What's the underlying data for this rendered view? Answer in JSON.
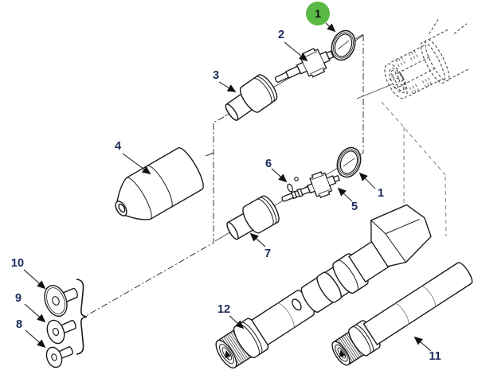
{
  "diagram": {
    "kind": "exploded-parts-diagram",
    "background": "#ffffff"
  },
  "colors": {
    "highlight_green": "#5ab944",
    "badge_text": "#101010",
    "label_text": "#1c2b5a",
    "line_art": "#1a1a1a",
    "leader": "#3d3d3d",
    "phantom": "#4a4a4a",
    "reference_dashed": "#8f8f8f"
  },
  "callouts": [
    {
      "name": "callout-1-highlighted",
      "label": "1",
      "highlighted": true
    },
    {
      "name": "callout-2",
      "label": "2"
    },
    {
      "name": "callout-3",
      "label": "3"
    },
    {
      "name": "callout-4",
      "label": "4"
    },
    {
      "name": "callout-6",
      "label": "6"
    },
    {
      "name": "callout-5",
      "label": "5"
    },
    {
      "name": "callout-1",
      "label": "1"
    },
    {
      "name": "callout-7",
      "label": "7"
    },
    {
      "name": "callout-10",
      "label": "10"
    },
    {
      "name": "callout-9",
      "label": "9"
    },
    {
      "name": "callout-8",
      "label": "8"
    },
    {
      "name": "callout-12",
      "label": "12"
    },
    {
      "name": "callout-11",
      "label": "11"
    }
  ]
}
